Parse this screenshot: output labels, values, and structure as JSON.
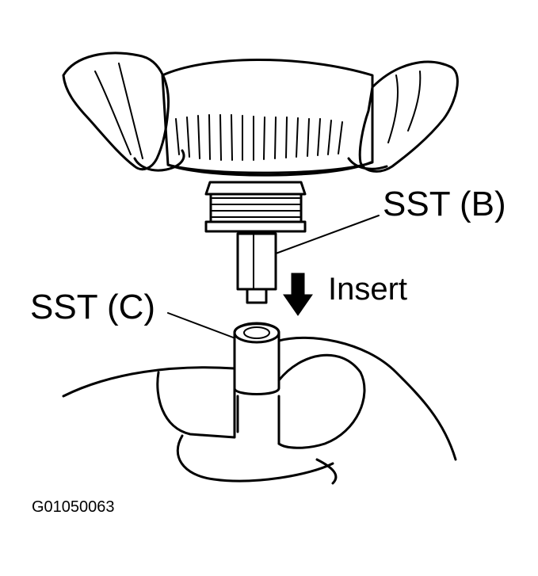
{
  "labels": {
    "sst_b": "SST (B)",
    "sst_c": "SST (C)",
    "insert": "Insert",
    "figure_code": "G01050063"
  },
  "colors": {
    "ink": "#000000",
    "paper": "#ffffff"
  },
  "icons": {
    "direction": "arrow-down-icon"
  }
}
